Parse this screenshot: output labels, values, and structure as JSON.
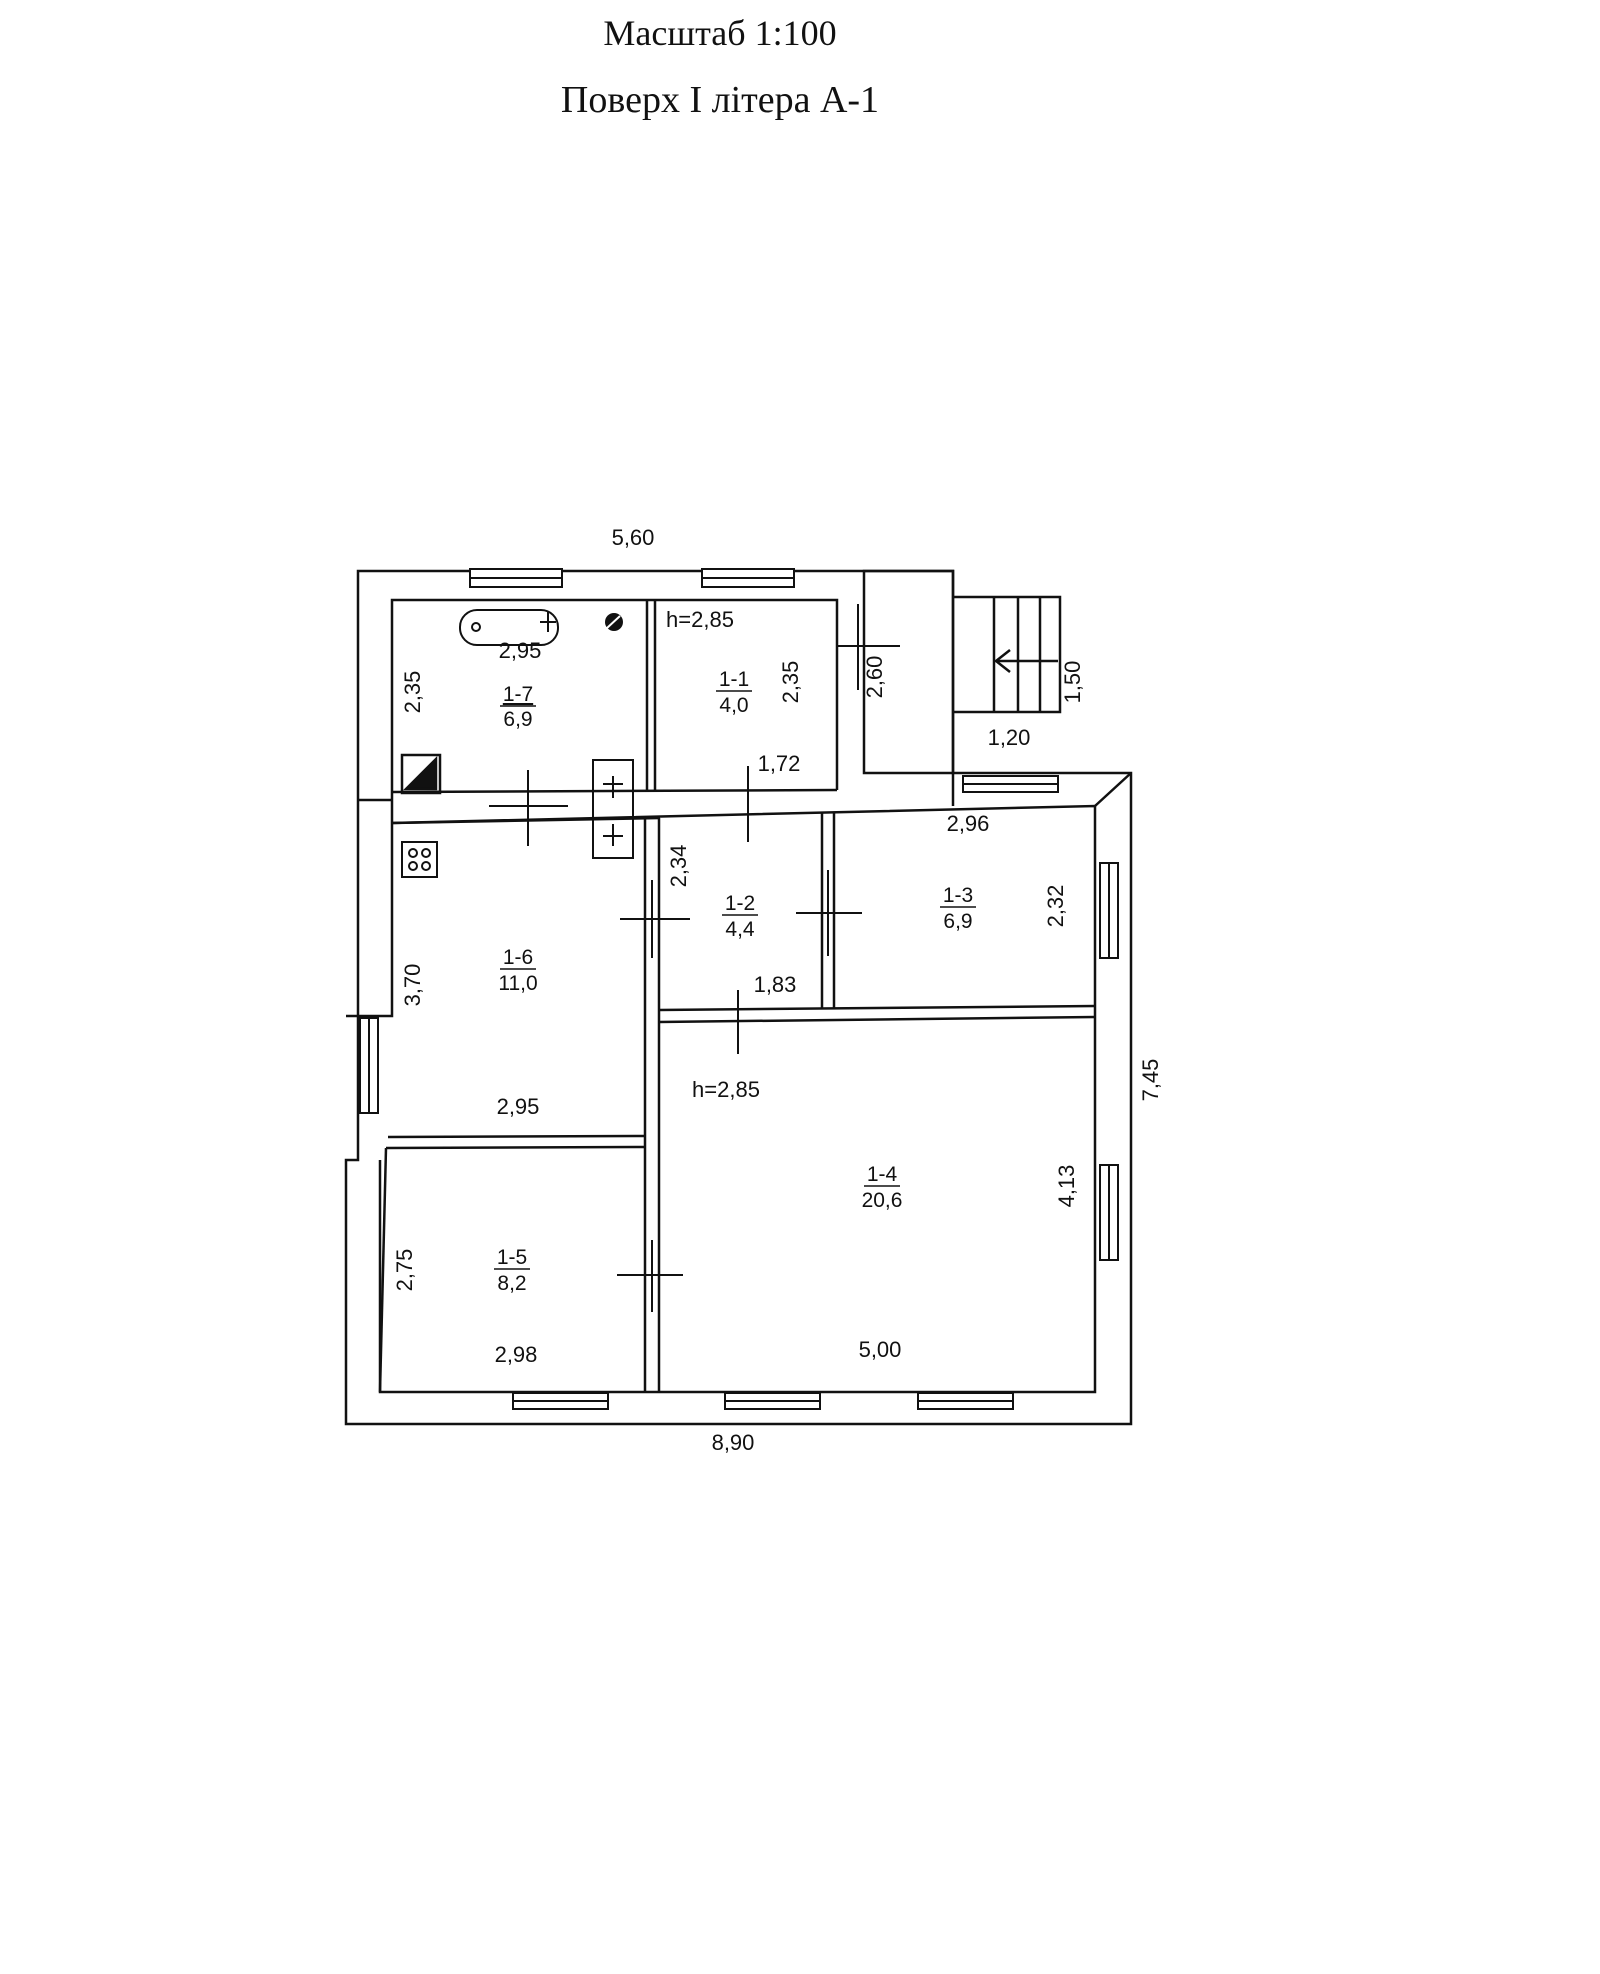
{
  "header": {
    "scale": "Масштаб 1:100",
    "floor": "Поверх I літера А-1"
  },
  "dimensions": {
    "top_width": "5,60",
    "bottom_width": "8,90",
    "right_height": "7,45",
    "bath_width": "2,95",
    "bath_height": "2,35",
    "r11_height": "2,35",
    "r11_width": "1,72",
    "vest_height": "2,60",
    "porch_width": "1,20",
    "porch_height": "1,50",
    "r12_height": "2,34",
    "r12_width": "1,83",
    "r13_width": "2,96",
    "r13_height": "2,32",
    "r16_height": "3,70",
    "r16_width": "2,95",
    "r14_height": "4,13",
    "r14_width": "5,00",
    "r15_height": "2,75",
    "r15_width": "2,98"
  },
  "heights": {
    "h_top": "h=2,85",
    "h_main": "h=2,85"
  },
  "rooms": {
    "r11": {
      "id": "1-1",
      "area": "4,0"
    },
    "r12": {
      "id": "1-2",
      "area": "4,4"
    },
    "r13": {
      "id": "1-3",
      "area": "6,9"
    },
    "r14": {
      "id": "1-4",
      "area": "20,6"
    },
    "r15": {
      "id": "1-5",
      "area": "8,2"
    },
    "r16": {
      "id": "1-6",
      "area": "11,0"
    },
    "r17": {
      "id": "1-7",
      "area": "6,9"
    }
  },
  "icons": [
    "bathtub-icon",
    "boiler-icon",
    "stove-icon",
    "heater-icon",
    "entrance-arrow-icon"
  ]
}
